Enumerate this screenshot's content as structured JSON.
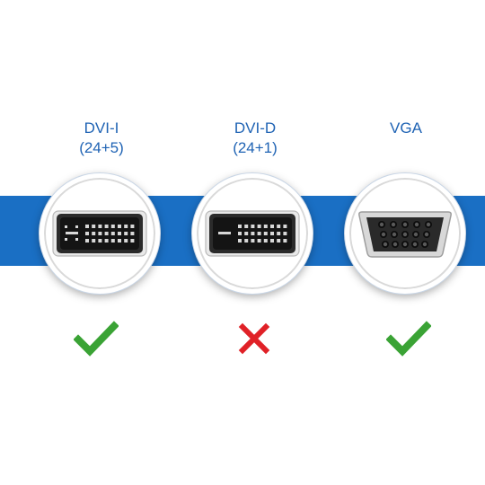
{
  "connectors": [
    {
      "name_line1": "DVI-I",
      "name_line2": "(24+5)",
      "type": "dvi-i",
      "compatible": true,
      "status_icon": "check-icon"
    },
    {
      "name_line1": "DVI-D",
      "name_line2": "(24+1)",
      "type": "dvi-d",
      "compatible": false,
      "status_icon": "cross-icon"
    },
    {
      "name_line1": "VGA",
      "name_line2": "",
      "type": "vga",
      "compatible": true,
      "status_icon": "check-icon"
    }
  ],
  "colors": {
    "band": "#1a6fc4",
    "label": "#1f63b4",
    "check": "#3aa335",
    "cross": "#e02127"
  }
}
